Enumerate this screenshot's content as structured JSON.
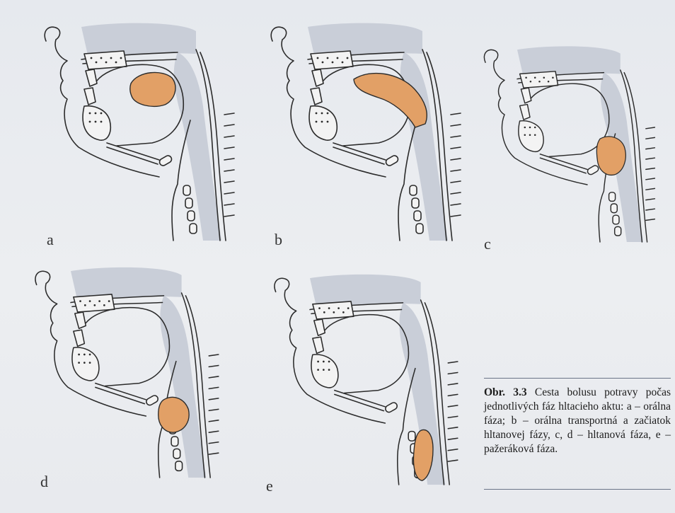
{
  "figure": {
    "panels": [
      {
        "id": "a",
        "label": "a",
        "bolus": "oral"
      },
      {
        "id": "b",
        "label": "b",
        "bolus": "oral-transport"
      },
      {
        "id": "c",
        "label": "c",
        "bolus": "pharyngeal"
      },
      {
        "id": "d",
        "label": "d",
        "bolus": "pharyngeal-low"
      },
      {
        "id": "e",
        "label": "e",
        "bolus": "esophageal"
      }
    ],
    "caption": {
      "label": "Obr. 3.3",
      "text": " Cesta bolusu potravy počas jednotlivých fáz hltacieho aktu: a – orálna fáza; b – orálna transportná a začiatok hltanovej fázy, c, d – hltanová fáza, e – pažeráková fáza."
    }
  },
  "colors": {
    "bolus": "#e2a066",
    "cavity_shade": "#c9ced8",
    "outline": "#2b2b2b",
    "bone_fill": "#f3f3f3"
  }
}
